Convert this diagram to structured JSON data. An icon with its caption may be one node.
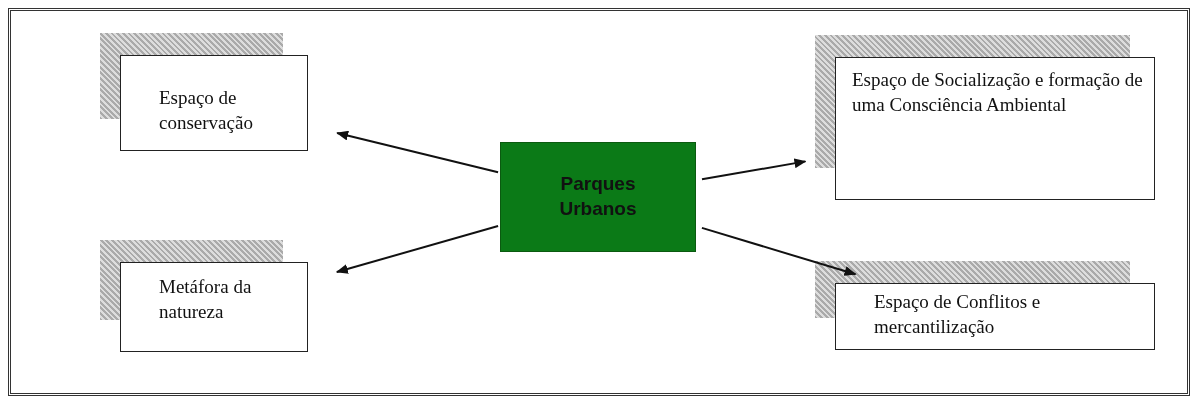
{
  "diagram": {
    "nodes": [
      {
        "text": [
          "Espaço de conservação"
        ]
      },
      {
        "text": [
          "Espaço de Socialização e formação de uma Consciência Ambiental"
        ]
      },
      {
        "text": [
          "Parques Urbanos"
        ]
      },
      {
        "text": [
          "Metáfora da natureza"
        ]
      },
      {
        "text": [
          "Espaço de Conflitos e mercantilização"
        ]
      }
    ],
    "edges": [
      {
        "from": 2,
        "to": 0,
        "arrow": "to"
      },
      {
        "from": 2,
        "to": 1,
        "arrow": "to"
      },
      {
        "from": 2,
        "to": 3,
        "arrow": "to"
      },
      {
        "from": 2,
        "to": 4,
        "arrow": "to"
      }
    ]
  }
}
